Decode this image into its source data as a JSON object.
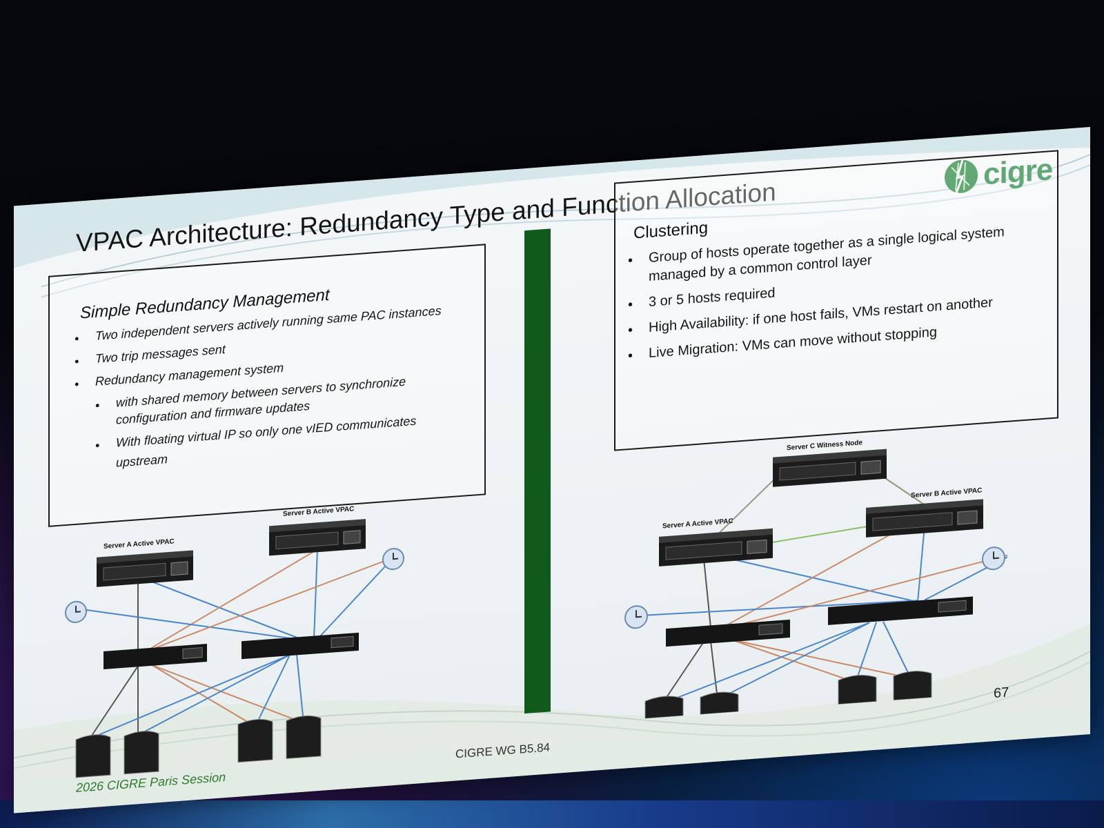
{
  "slide": {
    "title": "VPAC Architecture: Redundancy Type and Function Allocation",
    "logo_text": "cigre",
    "logo_icon": "cigre-globe-icon",
    "footer_left": "2026 CIGRE Paris Session",
    "footer_center": "CIGRE WG B5.84",
    "page_number": "67",
    "colors": {
      "divider": "#125a1c",
      "logo": "#0f7a2c",
      "footer_green": "#2f7a2a"
    }
  },
  "left_panel": {
    "heading": "Simple Redundancy Management",
    "items": [
      "Two independent servers actively running same PAC instances",
      "Two trip messages sent",
      "Redundancy management system"
    ],
    "subitems": [
      "with shared memory between servers to synchronize",
      "configuration and firmware updates",
      "With floating virtual IP so only one vIED communicates",
      "upstream"
    ],
    "diagram_labels": {
      "server_a": "Server A Active VPAC",
      "server_b": "Server B Active VPAC"
    }
  },
  "right_panel": {
    "heading": "Clustering",
    "items": [
      "Group of hosts operate together as a single logical system",
      "managed by a common control layer",
      "3 or 5 hosts required",
      "High Availability: if one host fails, VMs restart on another",
      "Live Migration: VMs can move without stopping"
    ],
    "diagram_labels": {
      "server_c": "Server C Witness Node",
      "server_a": "Server A Active VPAC",
      "server_b": "Server B Active VPAC"
    }
  }
}
